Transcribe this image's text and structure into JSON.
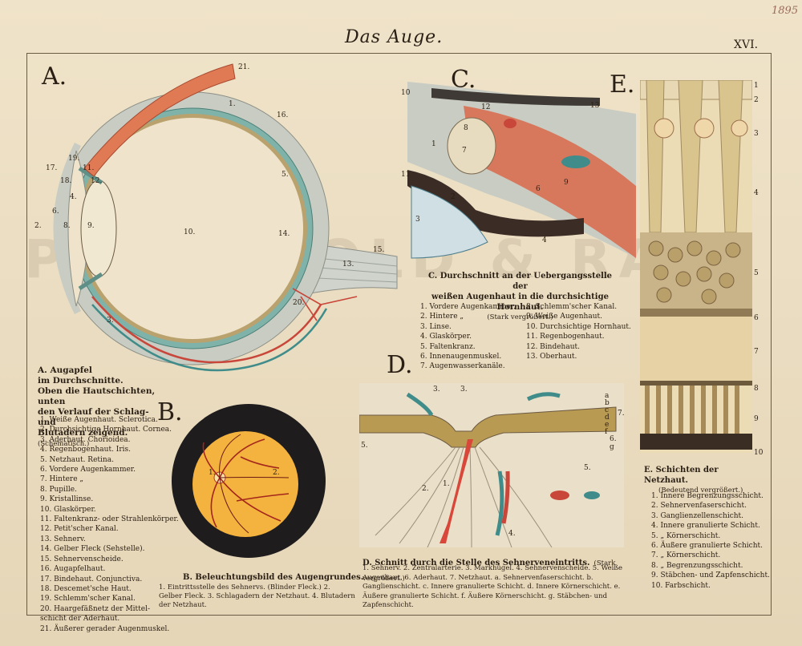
{
  "header": {
    "title": "Das Auge.",
    "plate_number": "XVI.",
    "year": "1895"
  },
  "watermark": "PRINTS OLD & RARE",
  "colors": {
    "paper": "#e9dcc1",
    "artery": "#c8463a",
    "vein": "#3f8c8a",
    "fundus": "#f4b23e",
    "muscle": "#d9684a",
    "sclera": "#c9ccc3"
  },
  "panel_a": {
    "letter": "A.",
    "caption": [
      "A. Augapfel",
      "im Durchschnitte.",
      "Oben die Hautschichten, unten",
      "den Verlauf der Schlag- und",
      "Blutadern zeigend."
    ],
    "caption_note": "(Schematisch.)",
    "legend": [
      "1. Weiße Augenhaut. Sclerotica.",
      "2. Durchsichtige Hornhaut. Cornea.",
      "3. Aderhaut. Chorioidea.",
      "4. Regenbogenhaut. Iris.",
      "5. Netzhaut. Retina.",
      "6. Vordere Augenkammer.",
      "7. Hintere „",
      "8. Pupille.",
      "9. Kristallinse.",
      "10. Glaskörper.",
      "11. Faltenkranz- oder Strahlenkörper.",
      "12. Petit'scher Kanal.",
      "13. Sehnerv.",
      "14. Gelber Fleck (Sehstelle).",
      "15. Sehnervenscheide.",
      "16. Augapfelhaut.",
      "17. Bindehaut. Conjunctiva.",
      "18. Descemet'sche Haut.",
      "19. Schlemm'scher Kanal.",
      "20. Haargefäßnetz der Mittel-",
      "schicht der Aderhaut.",
      "21. Äußerer gerader Augenmuskel."
    ],
    "labels": [
      "1.",
      "2.",
      "3.",
      "4.",
      "5.",
      "6.",
      "8.",
      "9.",
      "10.",
      "11.",
      "12.",
      "13.",
      "14.",
      "15.",
      "16.",
      "17.",
      "18.",
      "19.",
      "20.",
      "21."
    ]
  },
  "panel_b": {
    "letter": "B.",
    "caption": "B. Beleuchtungsbild des Augengrundes.",
    "legend": "1. Eintrittsstelle des Sehnervs. (Blinder Fleck.) 2. Gelber Fleck. 3. Schlagadern der Netzhaut. 4. Blutadern der Netzhaut.",
    "labels": [
      "1.",
      "2."
    ]
  },
  "panel_c": {
    "letter": "C.",
    "caption": [
      "C. Durchschnitt an der Uebergangsstelle der",
      "weißen Augenhaut in die durchsichtige Hornhaut."
    ],
    "caption_note": "(Stark vergrößert.)",
    "legend_left": [
      "1. Vordere Augenkammer.",
      "2. Hintere „",
      "3. Linse.",
      "4. Glaskörper.",
      "5. Faltenkranz.",
      "6. Innenaugenmuskel.",
      "7. Augenwasserkanäle."
    ],
    "legend_right": [
      "8. Schlemm'scher Kanal.",
      "9. Weiße Augenhaut.",
      "10. Durchsichtige Hornhaut.",
      "11. Regenbogenhaut.",
      "12. Bindehaut.",
      "13. Oberhaut."
    ],
    "labels": [
      "1",
      "2",
      "3",
      "4",
      "6",
      "7",
      "8",
      "9",
      "10",
      "11",
      "12",
      "13"
    ]
  },
  "panel_d": {
    "letter": "D.",
    "caption": "D. Schnitt durch die Stelle des Sehnerveneintritts.",
    "caption_note": "(Stark vergrößert.)",
    "legend": "1. Sehnerv. 2. Zentralarterie. 3. Markhügel. 4. Sehnervenscheide. 5. Weiße Augenhaut. 6. Aderhaut. 7. Netzhaut. a. Sehnervenfaserschicht. b. Ganglienschicht. c. Innere granulierte Schicht. d. Innere Körnerschicht. e. Äußere granulierte Schicht. f. Äußere Körnerschicht. g. Stäbchen- und Zapfenschicht.",
    "labels": [
      "1.",
      "2.",
      "3.",
      "3.",
      "4.",
      "5.",
      "5.",
      "6.",
      "7.",
      "a",
      "b",
      "c",
      "d",
      "e",
      "f",
      "g"
    ]
  },
  "panel_e": {
    "letter": "E.",
    "caption": "E. Schichten der Netzhaut.",
    "caption_note": "(Bedeutend vergrößert.)",
    "legend": [
      "1. Innere Begrenzungsschicht.",
      "2. Sehnervenfaserschicht.",
      "3. Ganglienzellenschicht.",
      "4. Innere granulierte Schicht.",
      "5. „ Körnerschicht.",
      "6. Äußere granulierte Schicht.",
      "7. „ Körnerschicht.",
      "8. „ Begrenzungsschicht.",
      "9. Stäbchen- und Zapfenschicht.",
      "10. Farbschicht."
    ],
    "side_numbers": [
      "1",
      "2",
      "3",
      "4",
      "5",
      "6",
      "7",
      "8",
      "9",
      "10"
    ]
  }
}
